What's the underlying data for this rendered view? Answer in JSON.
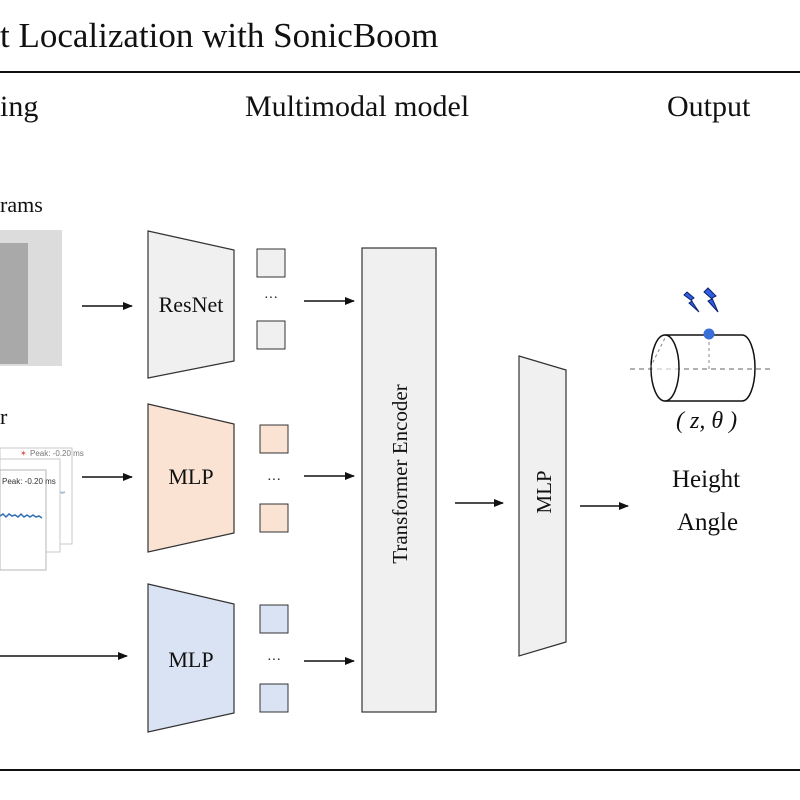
{
  "title": "t Localization with SonicBoom",
  "stages": {
    "preprocessing": "ing",
    "model": "Multimodal model",
    "output": "Output"
  },
  "inputs": {
    "spectrograms_label": "rams",
    "waveform_label": "r",
    "waveform_peak_label": "Peak: -0.20 ms",
    "waveform_peak_label_back": "Peak: -0.20 ms"
  },
  "branches": [
    {
      "name": "ResNet",
      "color": "#f0f0f0"
    },
    {
      "name": "MLP",
      "color": "#fae3d3"
    },
    {
      "name": "MLP",
      "color": "#dae3f3"
    }
  ],
  "token_ellipsis": "···",
  "encoder_label": "Transformer Encoder",
  "head_label": "MLP",
  "output": {
    "coords": "( z, θ )",
    "height_label": "Height",
    "angle_label": "Angle"
  },
  "colors": {
    "resnet_fill": "#f0f0f0",
    "mlp_fill_orange": "#fae3d3",
    "mlp_fill_blue": "#dae3f3",
    "contact_point": "#3a6fd8",
    "lightning": "#2f5fe0"
  }
}
